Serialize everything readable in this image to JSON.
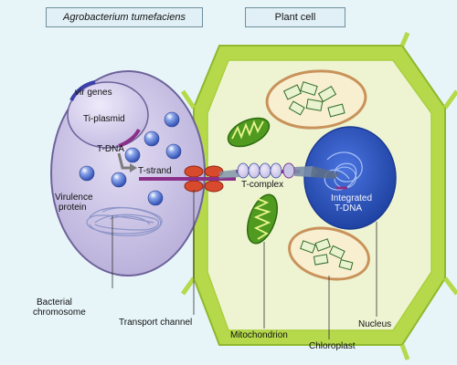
{
  "headers": {
    "bacterium": "Agrobacterium tumefaciens",
    "plant_cell": "Plant cell"
  },
  "labels": {
    "vir_genes": "vir genes",
    "ti_plasmid": "Ti-plasmid",
    "t_dna": "T-DNA",
    "t_strand": "T-strand",
    "virulence_protein_1": "Virulence",
    "virulence_protein_2": "protein",
    "t_complex": "T-complex",
    "integrated_1": "Integrated",
    "integrated_2": "T-DNA",
    "bacterial_chromosome_1": "Bacterial",
    "bacterial_chromosome_2": "chromosome",
    "transport_channel": "Transport channel",
    "mitochondrion": "Mitochondrion",
    "chloroplast": "Chloroplast",
    "nucleus": "Nucleus"
  },
  "colors": {
    "background": "#e7f5f9",
    "bacterium_fill": "#c6bfe2",
    "plant_wall": "#b5d94a",
    "cytoplasm": "#eef4d2",
    "nucleus": "#2e57c9",
    "protein_blue": "#3f63c9",
    "t_strand": "#8b2f88",
    "transport_channel": "#d74a2c",
    "mitochondrion": "#4f9a1f",
    "chloroplast_fill": "#f7efcf",
    "chloroplast_edge": "#c9925a"
  }
}
